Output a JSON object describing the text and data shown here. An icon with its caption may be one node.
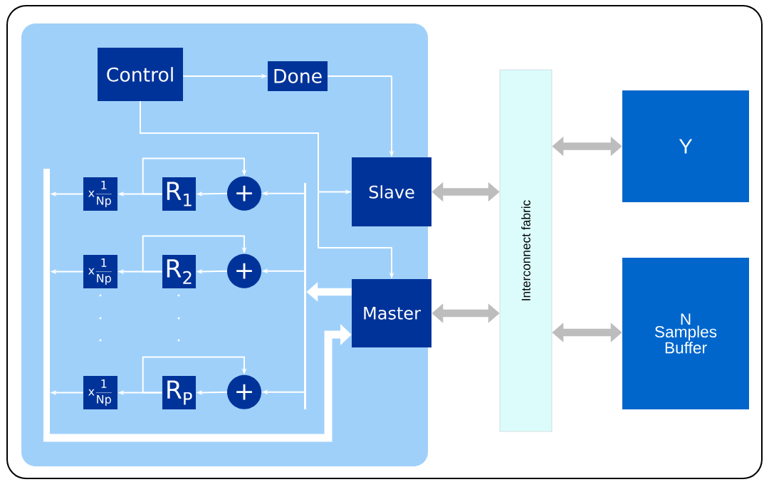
{
  "diagram": {
    "nodes": [
      {
        "text": [
          "Control"
        ]
      },
      {
        "text": [
          "Done"
        ]
      },
      {
        "text": [
          "Slave"
        ]
      },
      {
        "text": [
          "Master"
        ]
      },
      {
        "text": [
          "Interconnect fabric"
        ]
      },
      {
        "text": [
          "Y"
        ]
      },
      {
        "text": [
          "N Samples Buffer"
        ]
      },
      {
        "text": [
          "\\mathrm{x}\\frac{\\mathrm{1}}{\\mathrm{Np}}"
        ]
      },
      {
        "text": [
          "R$_{1}$"
        ]
      },
      {
        "text": [
          "+"
        ]
      },
      {
        "text": [
          "\\mathrm{x}\\frac{\\mathrm{1}}{\\mathrm{Np}}"
        ]
      },
      {
        "text": [
          "R$_{2}$"
        ]
      },
      {
        "text": [
          "+"
        ]
      },
      {
        "text": [
          "\\mathrm{x}\\frac{\\mathrm{1}}{\\mathrm{Np}}"
        ]
      },
      {
        "text": [
          "R$_{P}$"
        ]
      },
      {
        "text": [
          "+"
        ]
      },
      {
        "text": [],
        "shape": "bar"
      },
      {
        "text": [],
        "shape": "bar"
      }
    ],
    "edges": [
      {
        "from": 0,
        "to": 1,
        "arrow": "to"
      },
      {
        "from": 1,
        "to": 2,
        "arrow": "to"
      },
      {
        "from": 0,
        "to": 2,
        "arrow": "to"
      },
      {
        "from": 0,
        "to": 3,
        "arrow": "to"
      },
      {
        "from": 17,
        "to": 9,
        "arrow": "to"
      },
      {
        "from": 9,
        "to": 8,
        "arrow": "to"
      },
      {
        "from": 8,
        "to": 7,
        "arrow": "to"
      },
      {
        "from": 8,
        "to": 9,
        "arrow": "to"
      },
      {
        "from": 7,
        "to": 16,
        "arrow": "to"
      },
      {
        "from": 17,
        "to": 12,
        "arrow": "to"
      },
      {
        "from": 12,
        "to": 11,
        "arrow": "to"
      },
      {
        "from": 11,
        "to": 10,
        "arrow": "to"
      },
      {
        "from": 11,
        "to": 12,
        "arrow": "to"
      },
      {
        "from": 10,
        "to": 16,
        "arrow": "to"
      },
      {
        "from": 17,
        "to": 15,
        "arrow": "to"
      },
      {
        "from": 15,
        "to": 14,
        "arrow": "to"
      },
      {
        "from": 14,
        "to": 13,
        "arrow": "to"
      },
      {
        "from": 14,
        "to": 15,
        "arrow": "to"
      },
      {
        "from": 13,
        "to": 16,
        "arrow": "to"
      },
      {
        "from": 3,
        "to": 17,
        "arrow": "to",
        "style": "thick"
      },
      {
        "from": 16,
        "to": 3,
        "arrow": "to",
        "style": "thick"
      },
      {
        "from": 2,
        "to": 4,
        "arrow": "both",
        "style": "thick",
        "color": "#bdbdbd"
      },
      {
        "from": 3,
        "to": 4,
        "arrow": "both",
        "style": "thick",
        "color": "#bdbdbd"
      },
      {
        "from": 4,
        "to": 5,
        "arrow": "both",
        "style": "thick",
        "color": "#bdbdbd"
      },
      {
        "from": 4,
        "to": 6,
        "arrow": "both",
        "style": "thick",
        "color": "#bdbdbd"
      }
    ]
  }
}
